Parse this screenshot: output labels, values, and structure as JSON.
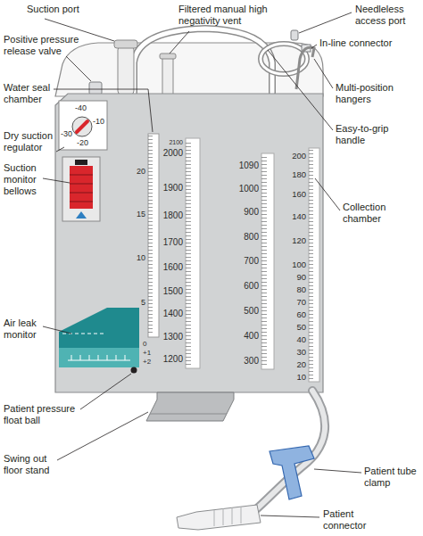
{
  "diagram": {
    "labels": [
      "Suction port",
      "Filtered manual high negativity vent",
      "Needleless access port",
      "Positive pressure release valve",
      "In-line connector",
      "Water seal chamber",
      "Multi-position hangers",
      "Dry suction regulator",
      "Easy-to-grip handle",
      "Suction monitor bellows",
      "Collection chamber",
      "Air leak monitor",
      "Patient pressure float ball",
      "Patient tube clamp",
      "Swing out floor stand",
      "Patient connector",
      "-40",
      "-10",
      "-30",
      "-20",
      "20",
      "15",
      "10",
      "5",
      "0",
      "+1",
      "+2",
      "2100",
      "2000",
      "1900",
      "1800",
      "1700",
      "1600",
      "1500",
      "1400",
      "1300",
      "1200",
      "1090",
      "1000",
      "900",
      "800",
      "700",
      "600",
      "500",
      "400",
      "300",
      "200",
      "180",
      "160",
      "140",
      "120",
      "100",
      "90",
      "80",
      "70",
      "60",
      "50",
      "40",
      "30",
      "20",
      "10"
    ]
  }
}
